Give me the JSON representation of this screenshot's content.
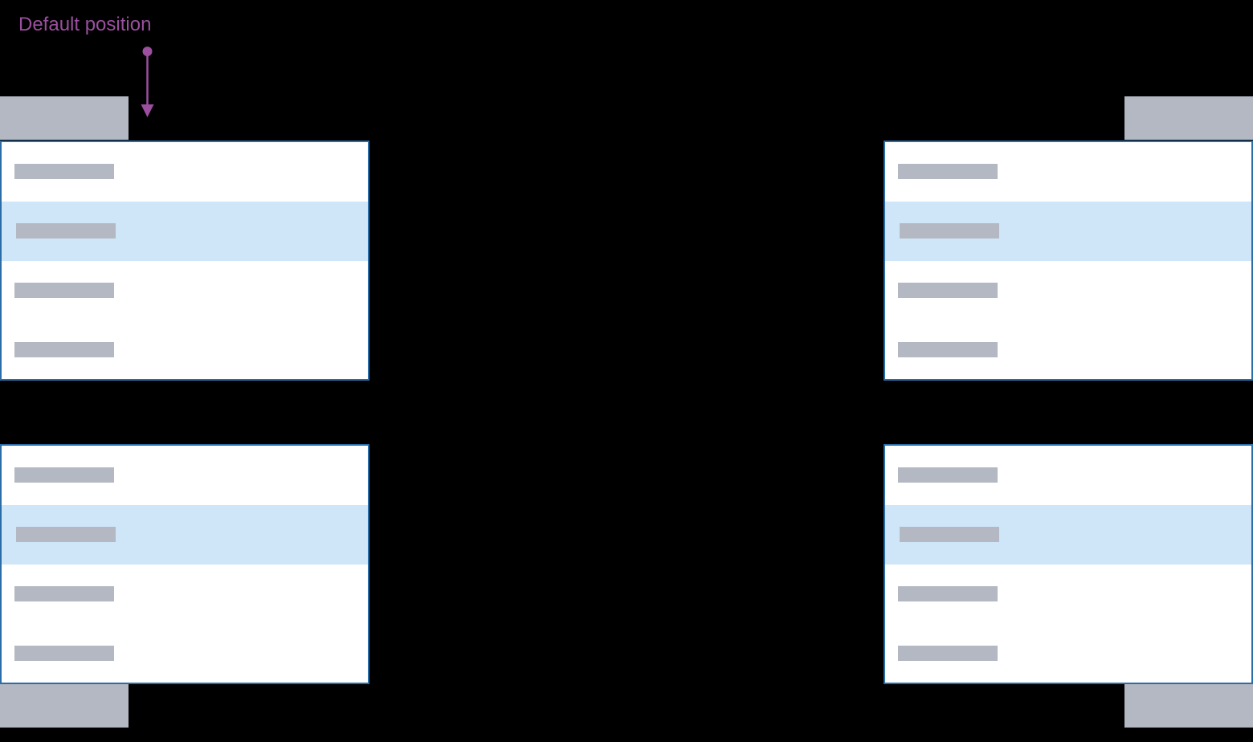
{
  "annotation": {
    "label": "Default position",
    "target": "top-left-menu",
    "color": "#9b4f9e",
    "icon": "arrow-down-connector"
  },
  "colors": {
    "background": "#000000",
    "annotation": "#9b4f9e",
    "menu_border": "#2b6da6",
    "menu_bg": "#ffffff",
    "highlight": "#cfe6f8",
    "placeholder": "#b3b8c2",
    "trigger": "#b3b8c2"
  },
  "menus": [
    {
      "id": "top-left",
      "opens": "below-trigger",
      "align": "left",
      "item_count": 4,
      "highlighted_index": 1
    },
    {
      "id": "top-right",
      "opens": "below-trigger",
      "align": "right",
      "item_count": 4,
      "highlighted_index": 1
    },
    {
      "id": "bottom-left",
      "opens": "above-trigger",
      "align": "left",
      "item_count": 4,
      "highlighted_index": 1
    },
    {
      "id": "bottom-right",
      "opens": "above-trigger",
      "align": "right",
      "item_count": 4,
      "highlighted_index": 1
    }
  ]
}
